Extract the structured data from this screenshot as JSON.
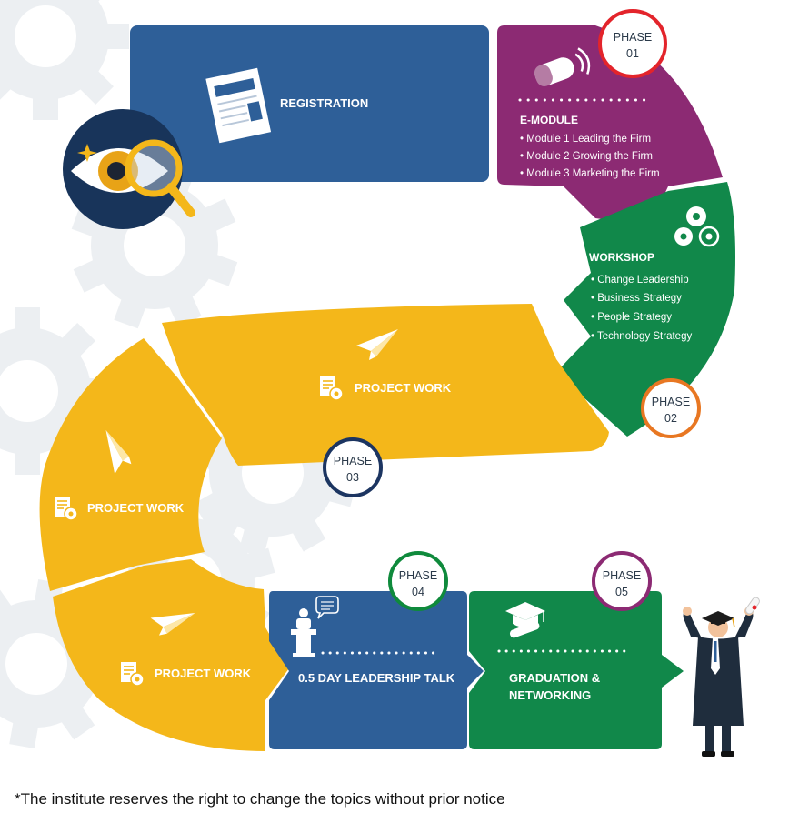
{
  "stages": {
    "registration": "REGISTRATION",
    "emodule": {
      "title": "E-MODULE",
      "items": [
        "• Module 1 Leading the Firm",
        "• Module 2  Growing the Firm",
        "• Module 3 Marketing the Firm"
      ]
    },
    "workshop": {
      "title": "WORKSHOP",
      "items": [
        "• Change Leadership",
        "• Business Strategy",
        "• People Strategy",
        "• Technology Strategy"
      ]
    },
    "project_work_1": "PROJECT WORK",
    "project_work_2": "PROJECT WORK",
    "project_work_3": "PROJECT WORK",
    "leadership_talk": "0.5 DAY LEADERSHIP TALK",
    "graduation": [
      "GRADUATION &",
      "NETWORKING"
    ]
  },
  "phases": {
    "p1": [
      "PHASE",
      "01"
    ],
    "p2": [
      "PHASE",
      "02"
    ],
    "p3": [
      "PHASE",
      "03"
    ],
    "p4": [
      "PHASE",
      "04"
    ],
    "p5": [
      "PHASE",
      "05"
    ]
  },
  "colors": {
    "blue": "#2e5f98",
    "purple": "#8c2a73",
    "green": "#11884a",
    "yellow": "#f4b71a",
    "navy": "#18345a",
    "gear_bg": "#eceff2",
    "phase_red": "#e3242b",
    "phase_orange": "#e87722",
    "phase_navy": "#1c3561",
    "phase_green": "#0f8a3c",
    "phase_purple": "#8c2a73"
  },
  "icons": [
    "document-icon",
    "eye-magnifier-icon",
    "usb-device-icon",
    "gears-icon",
    "paper-plane-icon",
    "project-doc-gear-icon",
    "speaker-podium-icon",
    "graduation-cap-icon",
    "graduate-person-icon"
  ],
  "footnote": "*The institute reserves the right to change the topics without prior notice"
}
